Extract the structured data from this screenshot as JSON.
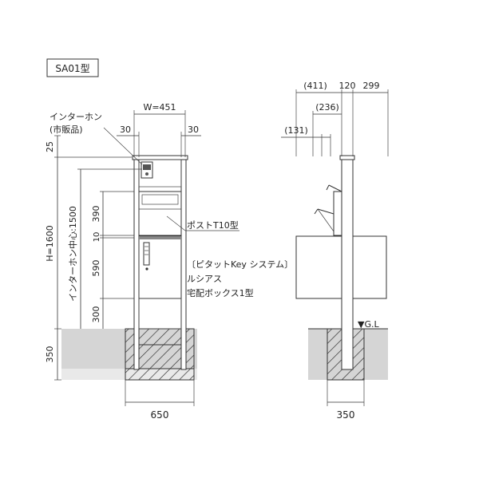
{
  "model_label": "SA01型",
  "front": {
    "intercom_label": "インターホン",
    "intercom_note": "(市販品)",
    "width_dim": "W=451",
    "left_margin": "30",
    "right_margin": "30",
    "top_dim": "25",
    "height_dim": "H=1600",
    "intercom_center": "インターホン中心:1500",
    "dim_390": "390",
    "dim_10": "10",
    "dim_590": "590",
    "dim_300": "300",
    "dim_350": "350",
    "base_width": "650",
    "post_label": "ポストT10型",
    "system_label": "〔ピタットKey システム〕",
    "box_line1": "ルシアス",
    "box_line2": "宅配ボックス1型"
  },
  "side": {
    "dim_411": "(411)",
    "dim_120": "120",
    "dim_299": "299",
    "dim_236": "(236)",
    "dim_131": "(131)",
    "gl_label": "▼G.L",
    "base_width": "350"
  }
}
